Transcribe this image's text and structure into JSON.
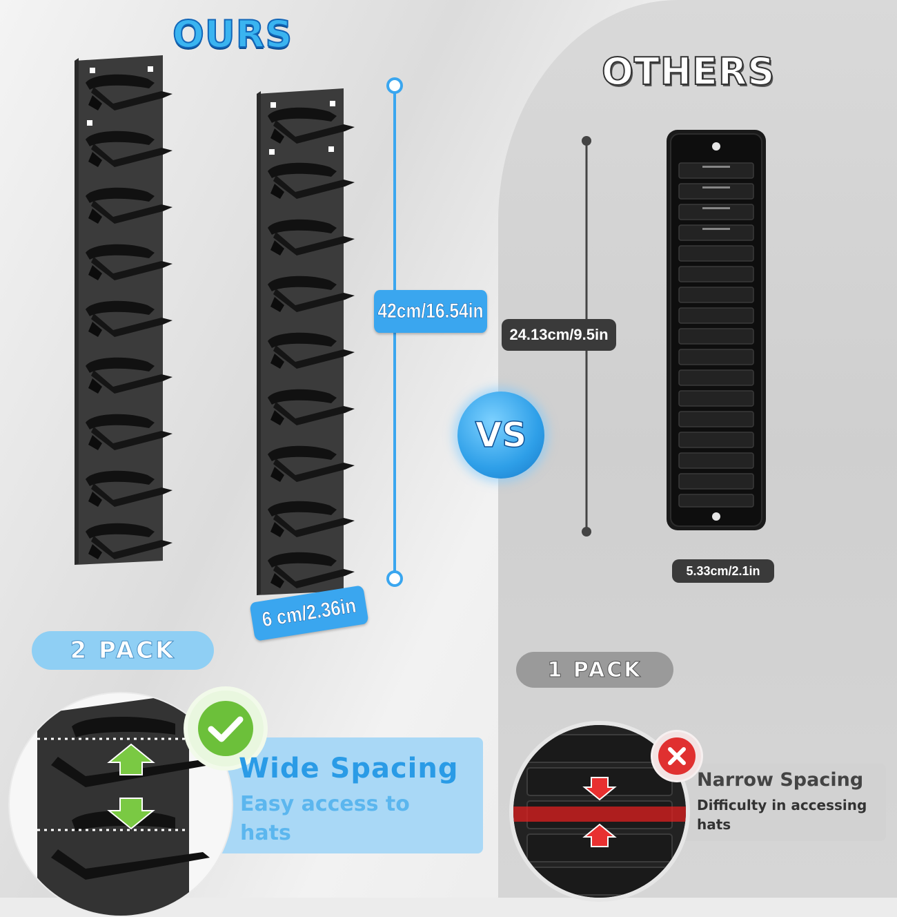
{
  "ours": {
    "title": "OURS",
    "height_label": "42cm/16.54in",
    "width_label": "6 cm/2.36in",
    "pack_label": "2 PACK",
    "feature_title": "Wide Spacing",
    "feature_text": "Easy access to hats"
  },
  "others": {
    "title": "OTHERS",
    "height_label": "24.13cm/9.5in",
    "width_label": "5.33cm/2.1in",
    "pack_label": "1 PACK",
    "feature_title": "Narrow Spacing",
    "feature_text": "Difficulty in accessing hats"
  },
  "vs_label": "VS",
  "icons": {
    "good": "check-circle-icon",
    "bad": "x-circle-icon",
    "arrow_up": "arrow-up-icon",
    "arrow_down": "arrow-down-icon"
  },
  "colors": {
    "accent_blue": "#3aa6ef",
    "check_green": "#6cc03a",
    "x_red": "#e03030",
    "rack_black": "#1c1c1c"
  }
}
